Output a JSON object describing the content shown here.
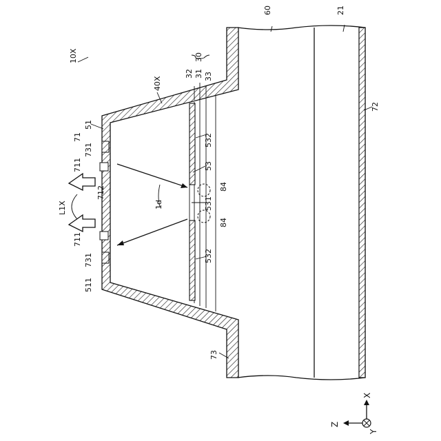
{
  "figure": {
    "rotation_deg": -90,
    "labels": {
      "device": "10X",
      "device_cover": "40X",
      "reflector": "60",
      "substrate_line": "21",
      "coat_right": "72",
      "coat_bottom": "73",
      "coat_top": "71",
      "layer_32": "32",
      "layer_31": "31",
      "layer_33": "33",
      "group_30": "30",
      "flange": "51",
      "flange_left": "511",
      "inner_731_a": "731",
      "inner_731_b": "731",
      "window_711_a": "711",
      "window_711_b": "711",
      "window_712": "712",
      "light_label": "L1X",
      "ray_label": "1d",
      "plate_53": "53",
      "plate_532_a": "532",
      "plate_532_b": "532",
      "slot_531": "531",
      "bubble_84_a": "84",
      "bubble_84_b": "84"
    },
    "axes": {
      "x": "X",
      "y": "Y",
      "z": "Z"
    }
  }
}
